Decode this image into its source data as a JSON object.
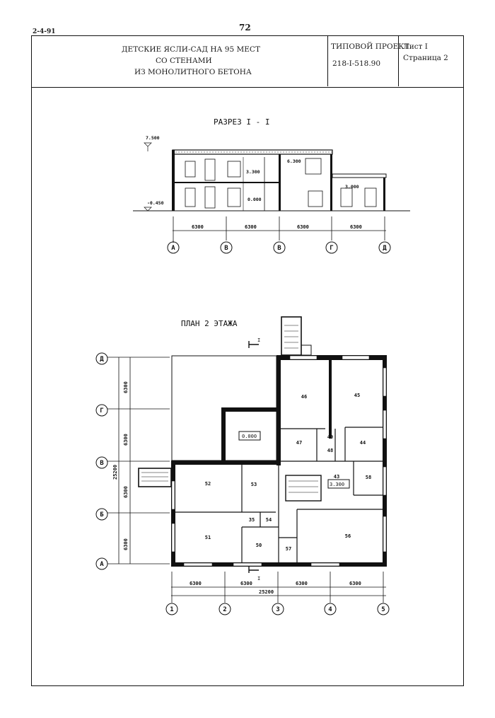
{
  "page": {
    "number": "72",
    "code": "2-4-91"
  },
  "title_block": {
    "project_lines": [
      "ДЕТСКИЕ ЯСЛИ-САД НА 95 МЕСТ",
      "СО СТЕНАМИ",
      "ИЗ МОНОЛИТНОГО БЕТОНА"
    ],
    "type_label": "ТИПОВОЙ ПРОЕКТ",
    "type_code": "218-I-518.90",
    "sheet": "Лист I",
    "page_label": "Страница 2"
  },
  "section": {
    "title": "РАЗРЕЗ I - I",
    "levels": [
      "7.500",
      "6.300",
      "3.300",
      "3.000",
      "0.000",
      "-0.450"
    ],
    "dimensions": [
      "6300",
      "6300",
      "6300",
      "6300"
    ],
    "axes": [
      "А",
      "В",
      "В",
      "Г",
      "Д"
    ]
  },
  "plan": {
    "title": "ПЛАН 2 ЭТАЖА",
    "cut_mark": "I",
    "rooms": [
      "46",
      "45",
      "47",
      "49",
      "48",
      "44",
      "52",
      "53",
      "43",
      "58",
      "35",
      "54",
      "51",
      "50",
      "56",
      "57"
    ],
    "level_marks": [
      "0.000",
      "3.300"
    ],
    "bottom_dimensions": [
      "6300",
      "6300",
      "6300",
      "6300"
    ],
    "total_width": "25200",
    "left_dimensions": [
      "6300",
      "6300",
      "6300",
      "6300"
    ],
    "total_height": "25200",
    "row_axes": [
      "Д",
      "Г",
      "В",
      "Б",
      "А"
    ],
    "column_axes": [
      "1",
      "2",
      "3",
      "4",
      "5"
    ]
  }
}
